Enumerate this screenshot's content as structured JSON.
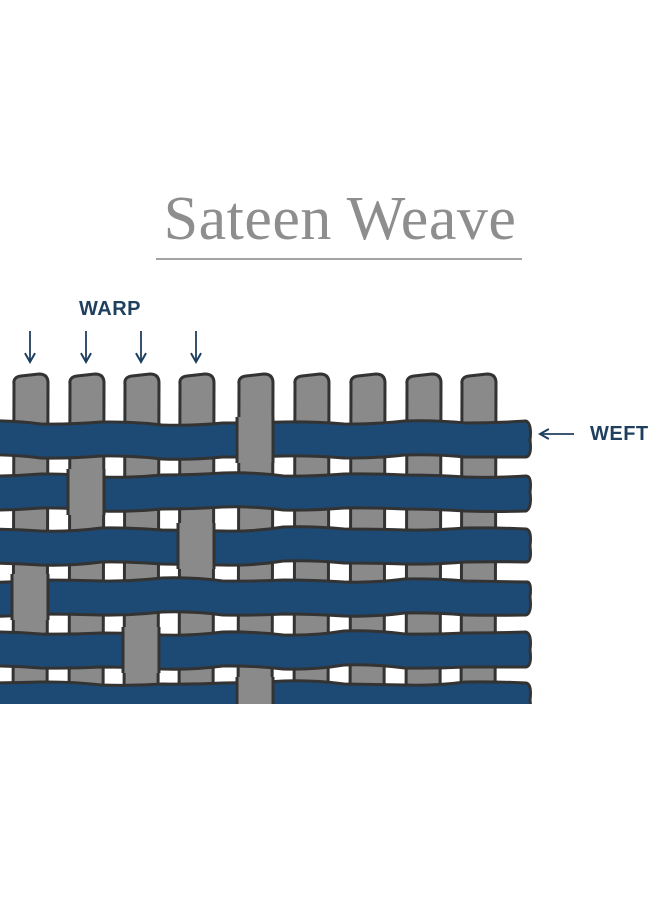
{
  "title": "Sateen Weave",
  "labels": {
    "warp": "WARP",
    "weft": "WEFT"
  },
  "colors": {
    "warp_thread": "#8a8a8a",
    "weft_thread": "#1d4a74",
    "outline": "#333333",
    "title_text": "#8e8e8e",
    "label_text": "#1f3f5f"
  },
  "pattern": {
    "type": "sateen",
    "warp_threads": 9,
    "weft_rows": 6,
    "warp_threads_marked_with_arrows": 4
  }
}
